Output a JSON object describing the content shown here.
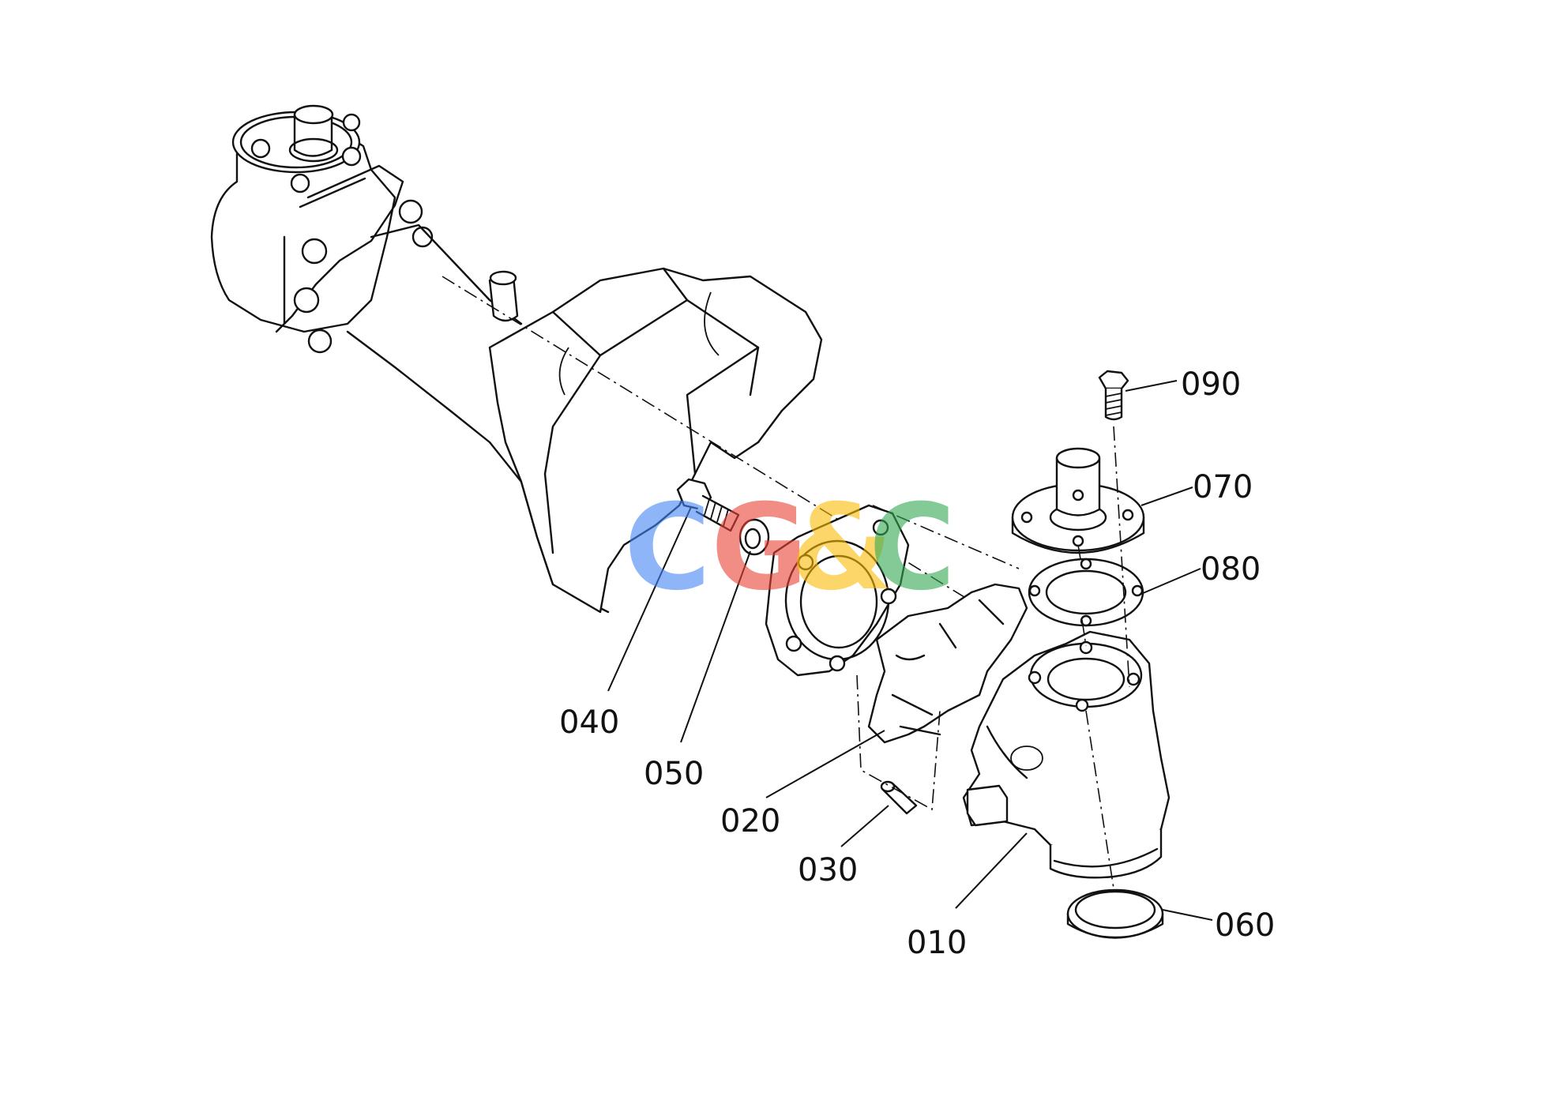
{
  "diagram": {
    "part_labels": [
      "090",
      "070",
      "080",
      "040",
      "050",
      "020",
      "030",
      "010",
      "060"
    ]
  },
  "watermark": {
    "letters": [
      "C",
      "G",
      "&",
      "C"
    ],
    "colors": [
      "#4285F4",
      "#EA4335",
      "#FBBC05",
      "#34A853"
    ]
  }
}
